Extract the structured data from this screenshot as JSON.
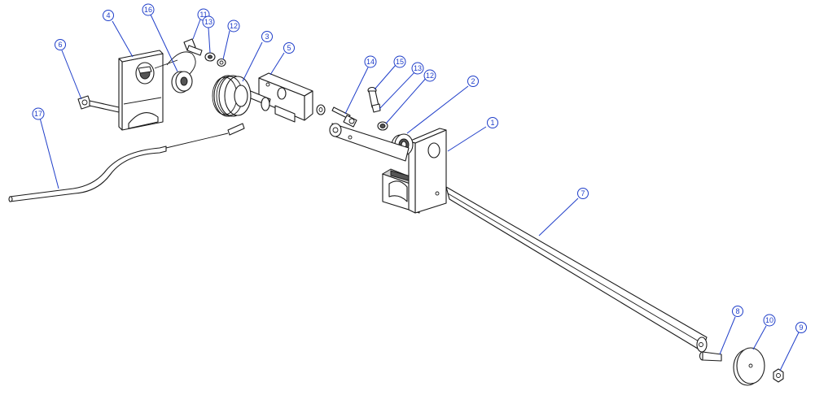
{
  "colors": {
    "callout": "#1f3ec9",
    "line": "#1a1a1a",
    "background": "#ffffff"
  },
  "callouts": [
    {
      "id": "c1",
      "label": "1"
    },
    {
      "id": "c2",
      "label": "2"
    },
    {
      "id": "c3",
      "label": "3"
    },
    {
      "id": "c4",
      "label": "4"
    },
    {
      "id": "c5",
      "label": "5"
    },
    {
      "id": "c6",
      "label": "6"
    },
    {
      "id": "c7",
      "label": "7"
    },
    {
      "id": "c8",
      "label": "8"
    },
    {
      "id": "c9",
      "label": "9"
    },
    {
      "id": "c10",
      "label": "10"
    },
    {
      "id": "c11",
      "label": "11"
    },
    {
      "id": "c12a",
      "label": "12"
    },
    {
      "id": "c12b",
      "label": "12"
    },
    {
      "id": "c13a",
      "label": "13"
    },
    {
      "id": "c13b",
      "label": "13"
    },
    {
      "id": "c14",
      "label": "14"
    },
    {
      "id": "c15",
      "label": "15"
    },
    {
      "id": "c16",
      "label": "16"
    },
    {
      "id": "c17",
      "label": "17"
    }
  ]
}
